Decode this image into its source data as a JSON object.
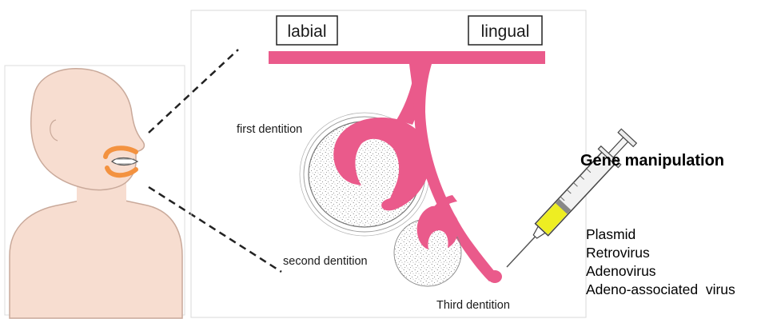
{
  "orientation": {
    "labial": "labial",
    "lingual": "lingual"
  },
  "stages": {
    "first": "first dentition",
    "second": "second dentition",
    "third": "Third dentition"
  },
  "gene_manipulation": {
    "title": "Gene manipulation",
    "vectors": [
      "Plasmid",
      "Retrovirus",
      "Adenovirus",
      "Adeno-associated  virus"
    ]
  },
  "colors": {
    "epithelium": "#ea5a8b",
    "skin": "#f7ddd0",
    "jaw_highlight": "#f39240",
    "syringe_fluid": "#eeee22"
  }
}
